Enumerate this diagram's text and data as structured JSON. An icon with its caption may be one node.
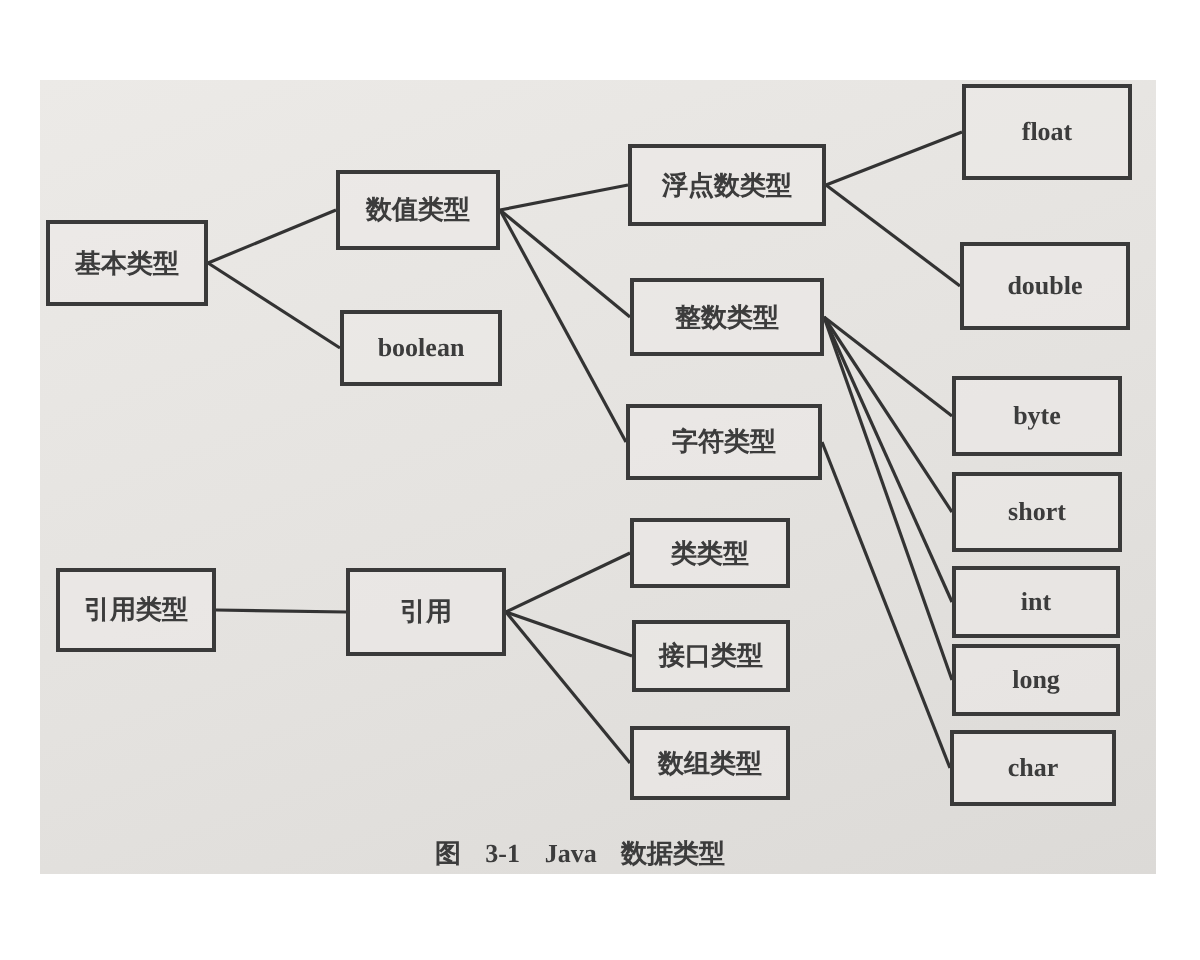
{
  "diagram": {
    "caption": "图 3-1 Java 数据类型",
    "nodes": [
      {
        "text": [
          "基本类型"
        ]
      },
      {
        "text": [
          "数值类型"
        ]
      },
      {
        "text": [
          "boolean"
        ]
      },
      {
        "text": [
          "浮点数类型"
        ]
      },
      {
        "text": [
          "整数类型"
        ]
      },
      {
        "text": [
          "字符类型"
        ]
      },
      {
        "text": [
          "float"
        ]
      },
      {
        "text": [
          "double"
        ]
      },
      {
        "text": [
          "byte"
        ]
      },
      {
        "text": [
          "short"
        ]
      },
      {
        "text": [
          "int"
        ]
      },
      {
        "text": [
          "long"
        ]
      },
      {
        "text": [
          "char"
        ]
      },
      {
        "text": [
          "引用类型"
        ]
      },
      {
        "text": [
          "引用"
        ]
      },
      {
        "text": [
          "类类型"
        ]
      },
      {
        "text": [
          "接口类型"
        ]
      },
      {
        "text": [
          "数组类型"
        ]
      }
    ],
    "edges": [
      {
        "from": 0,
        "to": 1,
        "arrow": "none"
      },
      {
        "from": 0,
        "to": 2,
        "arrow": "none"
      },
      {
        "from": 1,
        "to": 3,
        "arrow": "none"
      },
      {
        "from": 1,
        "to": 4,
        "arrow": "none"
      },
      {
        "from": 1,
        "to": 5,
        "arrow": "none"
      },
      {
        "from": 3,
        "to": 6,
        "arrow": "none"
      },
      {
        "from": 3,
        "to": 7,
        "arrow": "none"
      },
      {
        "from": 4,
        "to": 8,
        "arrow": "none"
      },
      {
        "from": 4,
        "to": 9,
        "arrow": "none"
      },
      {
        "from": 4,
        "to": 10,
        "arrow": "none"
      },
      {
        "from": 4,
        "to": 11,
        "arrow": "none"
      },
      {
        "from": 5,
        "to": 12,
        "arrow": "none"
      },
      {
        "from": 13,
        "to": 14,
        "arrow": "none"
      },
      {
        "from": 14,
        "to": 15,
        "arrow": "none"
      },
      {
        "from": 14,
        "to": 16,
        "arrow": "none"
      },
      {
        "from": 14,
        "to": 17,
        "arrow": "none"
      }
    ]
  }
}
